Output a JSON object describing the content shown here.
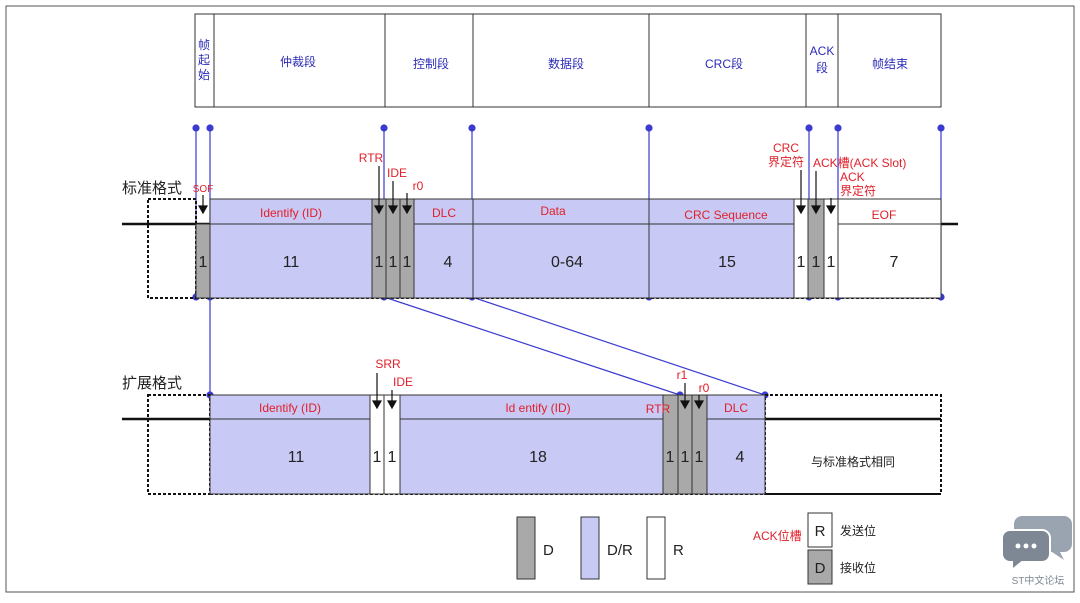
{
  "segments_header": {
    "sof": [
      "帧",
      "起",
      "始"
    ],
    "arbitration": "仲裁段",
    "control": "控制段",
    "data": "数据段",
    "crc": "CRC段",
    "ack": [
      "ACK",
      "段"
    ],
    "eof": "帧结束"
  },
  "standard": {
    "title": "标准格式",
    "sof_label": "SOF",
    "rtr_label": "RTR",
    "ide_label": "IDE",
    "r0_label": "r0",
    "crc_delim_label": [
      "CRC",
      "界定符"
    ],
    "ack_slot_label": "ACK槽(ACK Slot)",
    "ack_delim_label": [
      "ACK",
      "界定符"
    ],
    "field_identify": "Identify (ID)",
    "field_dlc": "DLC",
    "field_data": "Data",
    "field_crc": "CRC Sequence",
    "field_eof": "EOF",
    "bits": {
      "sof": "1",
      "identify": "11",
      "rtr": "1",
      "ide": "1",
      "r0": "1",
      "dlc": "4",
      "data": "0-64",
      "crc": "15",
      "crc_delim": "1",
      "ack_slot": "1",
      "ack_delim": "1",
      "eof": "7"
    }
  },
  "extended": {
    "title": "扩展格式",
    "srr_label": "SRR",
    "ide_label": "IDE",
    "rtr_label": "RTR",
    "r1_label": "r1",
    "r0_label": "r0",
    "field_identify": "Identify (ID)",
    "field_identify2": "Id entify (ID)",
    "field_dlc": "DLC",
    "same_note": "与标准格式相同",
    "bits": {
      "identify": "11",
      "srr": "1",
      "ide": "1",
      "identify2": "18",
      "rtr": "1",
      "r1": "1",
      "r0": "1",
      "dlc": "4"
    }
  },
  "legend": {
    "d": "D",
    "dr": "D/R",
    "r": "R",
    "ack_slot": "ACK位槽",
    "r_desc": "发送位",
    "d_desc": "接收位",
    "r_box": "R",
    "d_box": "D"
  },
  "watermark": "ST中文论坛",
  "colors": {
    "dominant": "#a9a9a9",
    "dom_or_rec": "#c9c9f5",
    "recessive": "#ffffff",
    "link_blue": "#3b3bd0",
    "label_red": "#e0202a",
    "label_blue": "#2b2bb8"
  }
}
